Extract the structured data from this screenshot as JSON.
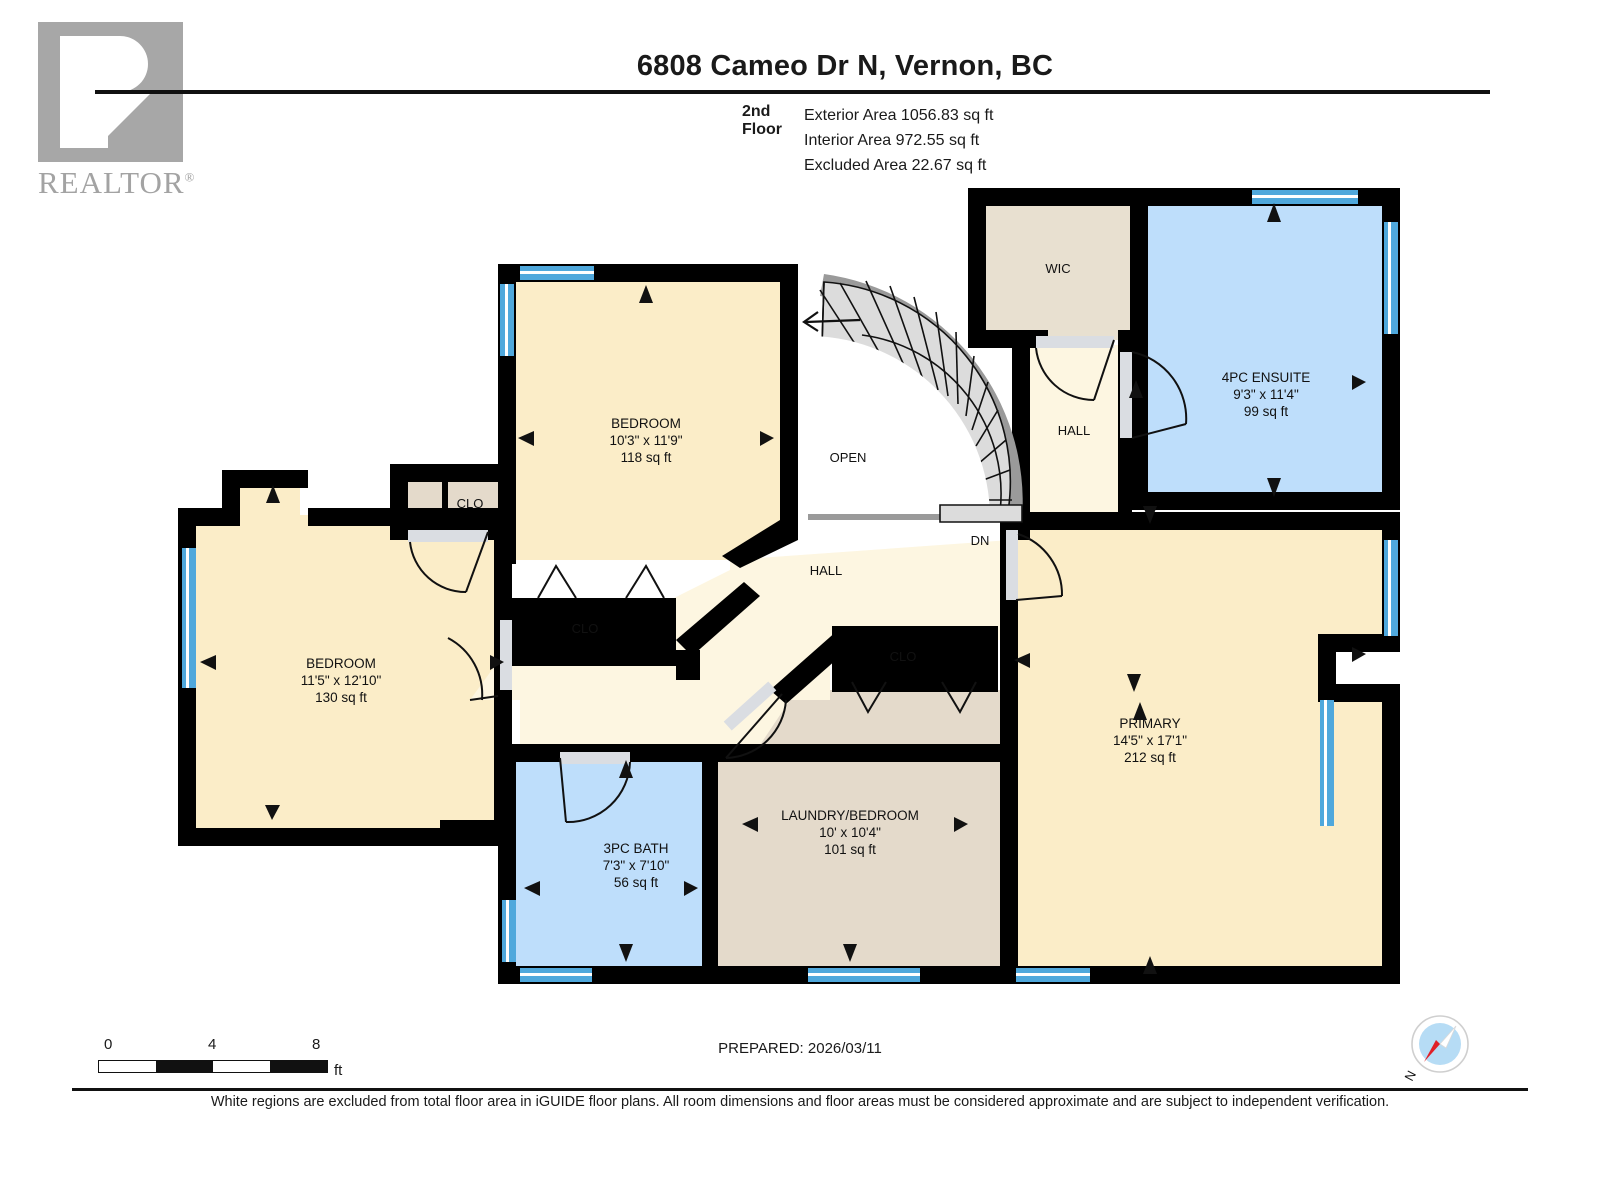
{
  "header": {
    "title": "6808 Cameo Dr N, Vernon, BC",
    "floor_label": "2nd Floor",
    "areas": [
      "Exterior Area 1056.83 sq ft",
      "Interior Area 972.55 sq ft",
      "Excluded Area 22.67 sq ft"
    ],
    "logo_text": "REALTOR",
    "logo_registered": "®"
  },
  "footer": {
    "prepared": "PREPARED: 2026/03/11",
    "disclaimer": "White regions are excluded from total floor area in iGUIDE floor plans. All room dimensions and floor areas must be considered approximate and are subject to independent verification.",
    "scale": {
      "ticks": [
        "0",
        "4",
        "8"
      ],
      "unit": "ft"
    },
    "compass_label": "N"
  },
  "colors": {
    "room_cream": "#FBEDC8",
    "hall_cream": "#FDF6E1",
    "bath_blue": "#BEDEFB",
    "closet_tan": "#E4DACB",
    "wic_tan": "#E8E0D0",
    "wall_black": "#000000",
    "window_blue": "#4FA8DC",
    "door_grey": "#DADDE2",
    "stair_grey": "#DCDCDC",
    "stair_edge": "#9A9A9A",
    "open_white": "#FFFFFF",
    "logo_grey": "#A7A7A7"
  },
  "rooms": [
    {
      "id": "bedroom-upper",
      "name": "BEDROOM",
      "dimensions": "10'3\" x 11'9\"",
      "area": "118 sq ft",
      "fill": "room_cream"
    },
    {
      "id": "bedroom-left",
      "name": "BEDROOM",
      "dimensions": "11'5\" x 12'10\"",
      "area": "130 sq ft",
      "fill": "room_cream"
    },
    {
      "id": "primary",
      "name": "PRIMARY",
      "dimensions": "14'5\" x 17'1\"",
      "area": "212 sq ft",
      "fill": "room_cream"
    },
    {
      "id": "ensuite",
      "name": "4PC ENSUITE",
      "dimensions": "9'3\" x 11'4\"",
      "area": "99 sq ft",
      "fill": "bath_blue"
    },
    {
      "id": "bath",
      "name": "3PC BATH",
      "dimensions": "7'3\" x 7'10\"",
      "area": "56 sq ft",
      "fill": "bath_blue"
    },
    {
      "id": "laundry",
      "name": "LAUNDRY/BEDROOM",
      "dimensions": "10' x 10'4\"",
      "area": "101 sq ft",
      "fill": "closet_tan"
    }
  ],
  "labels": {
    "wic": "WIC",
    "closet": "CLO",
    "hall": "HALL",
    "open": "OPEN",
    "down": "DN"
  }
}
